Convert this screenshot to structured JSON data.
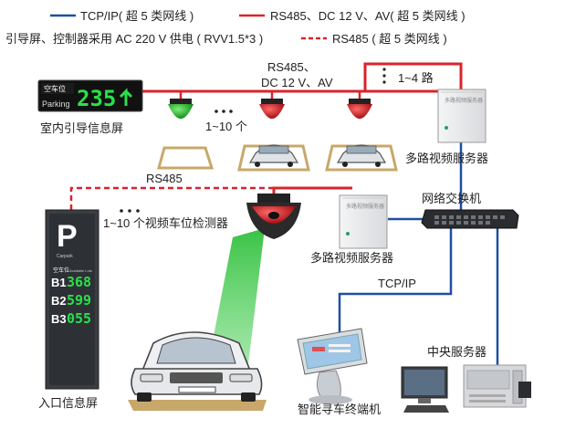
{
  "legend": {
    "tcpip": "TCP/IP( 超 5 类网线 )",
    "rs485_dc": "RS485、DC 12 V、AV( 超 5 类网线 )",
    "power": "引导屏、控制器采用 AC 220 V 供电 ( RVV1.5*3 )",
    "rs485_dash": "RS485 ( 超 5 类网线 )"
  },
  "labels": {
    "top_bus": "RS485、\nDC 12 V、AV",
    "routes": "1~4 路",
    "detectors_top": "1~10 个",
    "indoor_screen": "室内引导信息屏",
    "server_top": "多路视频服务器",
    "switch": "网络交换机",
    "rs485_mid": "RS485",
    "detectors_mid": "1~10 个视频车位检测器",
    "server_mid": "多路视频服务器",
    "tcpip_mid": "TCP/IP",
    "central": "中央服务器",
    "kiosk": "智能寻车终端机",
    "entrance": "入口信息屏"
  },
  "indoor_board": {
    "tag": "空车位",
    "sub": "Parking",
    "count": "235"
  },
  "entrance_board": {
    "letter": "P",
    "sub": "Carpark",
    "tag": "空车位",
    "tag_sub": "Available Lots",
    "rows": [
      {
        "floor": "B1",
        "count": "368"
      },
      {
        "floor": "B2",
        "count": "599"
      },
      {
        "floor": "B3",
        "count": "055"
      }
    ]
  },
  "colors": {
    "tcpip": "#1f4fa3",
    "rs485": "#d8242c",
    "board_green": "#29e04a",
    "beam": "#27b83a"
  }
}
